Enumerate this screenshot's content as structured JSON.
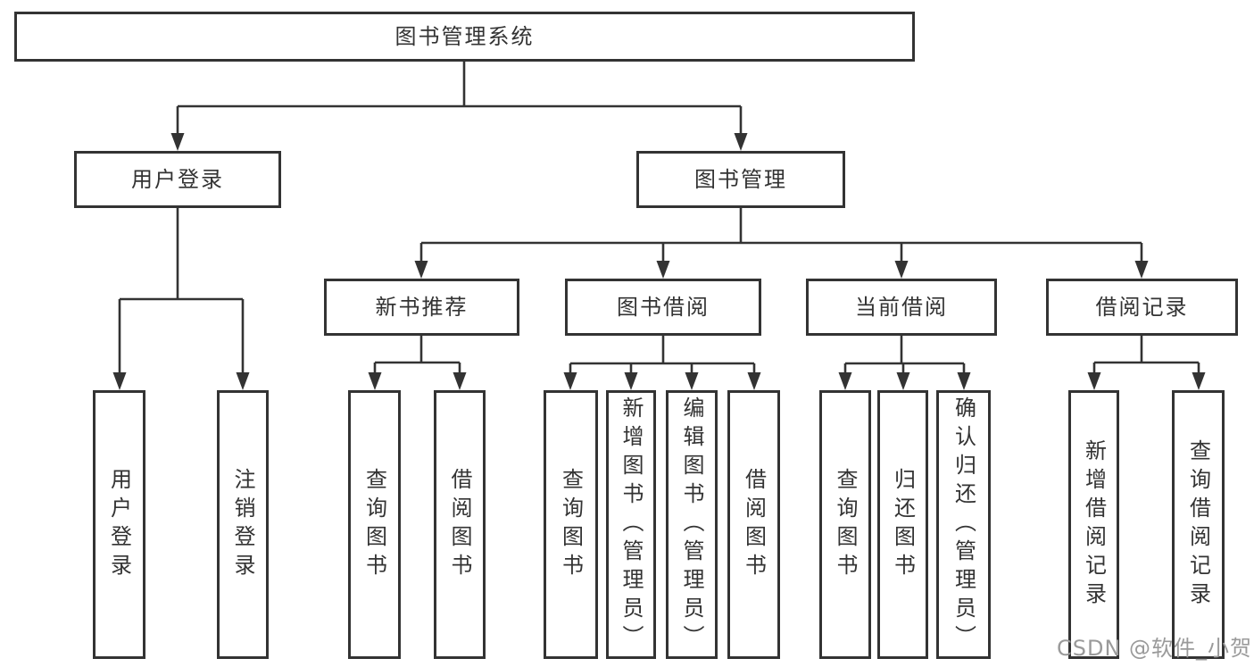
{
  "diagram": {
    "root": {
      "label": "图书管理系统",
      "children": [
        {
          "label": "用户登录",
          "children": [
            {
              "label": "用户登录"
            },
            {
              "label": "注销登录"
            }
          ]
        },
        {
          "label": "图书管理",
          "children": [
            {
              "label": "新书推荐",
              "children": [
                {
                  "label": "查询图书"
                },
                {
                  "label": "借阅图书"
                }
              ]
            },
            {
              "label": "图书借阅",
              "children": [
                {
                  "label": "查询图书"
                },
                {
                  "label": "新增图书（管理员）"
                },
                {
                  "label": "编辑图书（管理员）"
                },
                {
                  "label": "借阅图书"
                }
              ]
            },
            {
              "label": "当前借阅",
              "children": [
                {
                  "label": "查询图书"
                },
                {
                  "label": "归还图书"
                },
                {
                  "label": "确认归还（管理员）"
                }
              ]
            },
            {
              "label": "借阅记录",
              "children": [
                {
                  "label": "新增借阅记录"
                },
                {
                  "label": "查询借阅记录"
                }
              ]
            }
          ]
        }
      ]
    }
  },
  "watermark": {
    "text": "CSDN @软件_小贺同学"
  },
  "colors": {
    "line": "#333333",
    "text": "#333333",
    "canvas": "#ffffff",
    "watermark": "#9a9a9a"
  }
}
